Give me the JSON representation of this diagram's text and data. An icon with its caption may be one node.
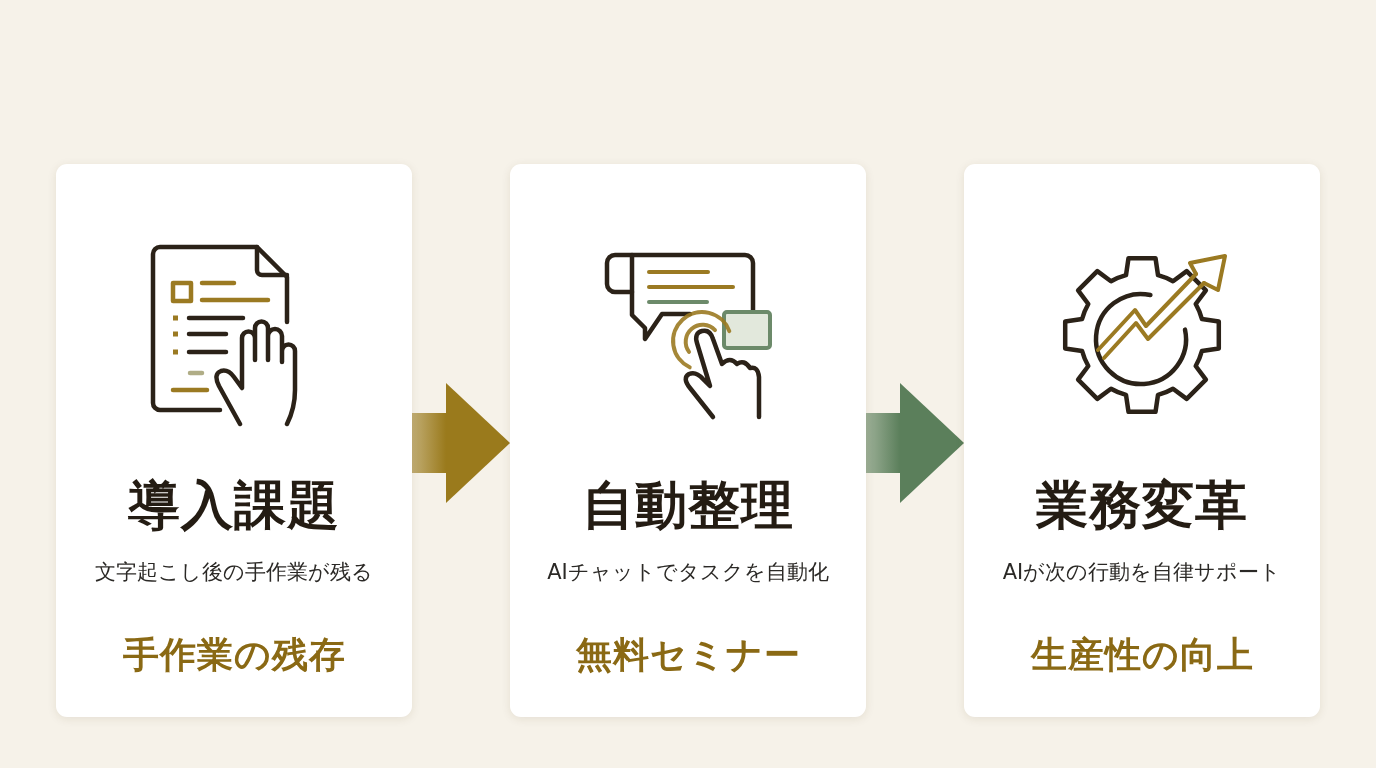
{
  "diagram": {
    "nodes": [
      {
        "text": [
          "導入課題",
          "文字起こし後の手作業が残る",
          "手作業の残存"
        ]
      },
      {
        "text": [
          "自動整理",
          "AIチャットでタスクを自動化",
          "無料セミナー"
        ]
      },
      {
        "text": [
          "業務変革",
          "AIが次の行動を自律サポート",
          "生産性の向上"
        ]
      }
    ],
    "edges": [
      {
        "from": 0,
        "to": 1,
        "arrow": "to",
        "style": "thick",
        "color": "#9a7a1c"
      },
      {
        "from": 1,
        "to": 2,
        "arrow": "to",
        "style": "thick",
        "color": "#5b7f5b"
      }
    ]
  }
}
